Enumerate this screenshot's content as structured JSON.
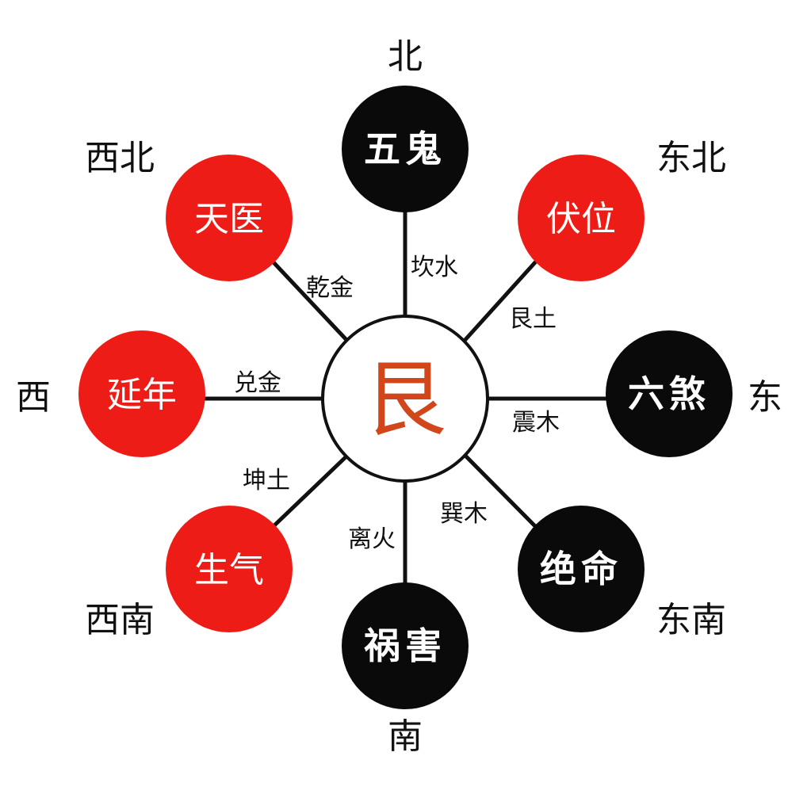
{
  "center": {
    "label": "艮",
    "color": "#d2461c"
  },
  "colors": {
    "auspicious": "#ee1c16",
    "inauspicious": "#0a0a0a",
    "line": "#111111"
  },
  "spokes": {
    "north": {
      "star": "五鬼",
      "trigram": "坎水",
      "direction": "北",
      "type": "inauspicious"
    },
    "northeast": {
      "star": "伏位",
      "trigram": "艮土",
      "direction": "东北",
      "type": "auspicious"
    },
    "east": {
      "star": "六煞",
      "trigram": "震木",
      "direction": "东",
      "type": "inauspicious"
    },
    "southeast": {
      "star": "绝命",
      "trigram": "巽木",
      "direction": "东南",
      "type": "inauspicious"
    },
    "south": {
      "star": "祸害",
      "trigram": "离火",
      "direction": "南",
      "type": "inauspicious"
    },
    "southwest": {
      "star": "生气",
      "trigram": "坤土",
      "direction": "西南",
      "type": "auspicious"
    },
    "west": {
      "star": "延年",
      "trigram": "兑金",
      "direction": "西",
      "type": "auspicious"
    },
    "northwest": {
      "star": "天医",
      "trigram": "乾金",
      "direction": "西北",
      "type": "auspicious"
    }
  }
}
